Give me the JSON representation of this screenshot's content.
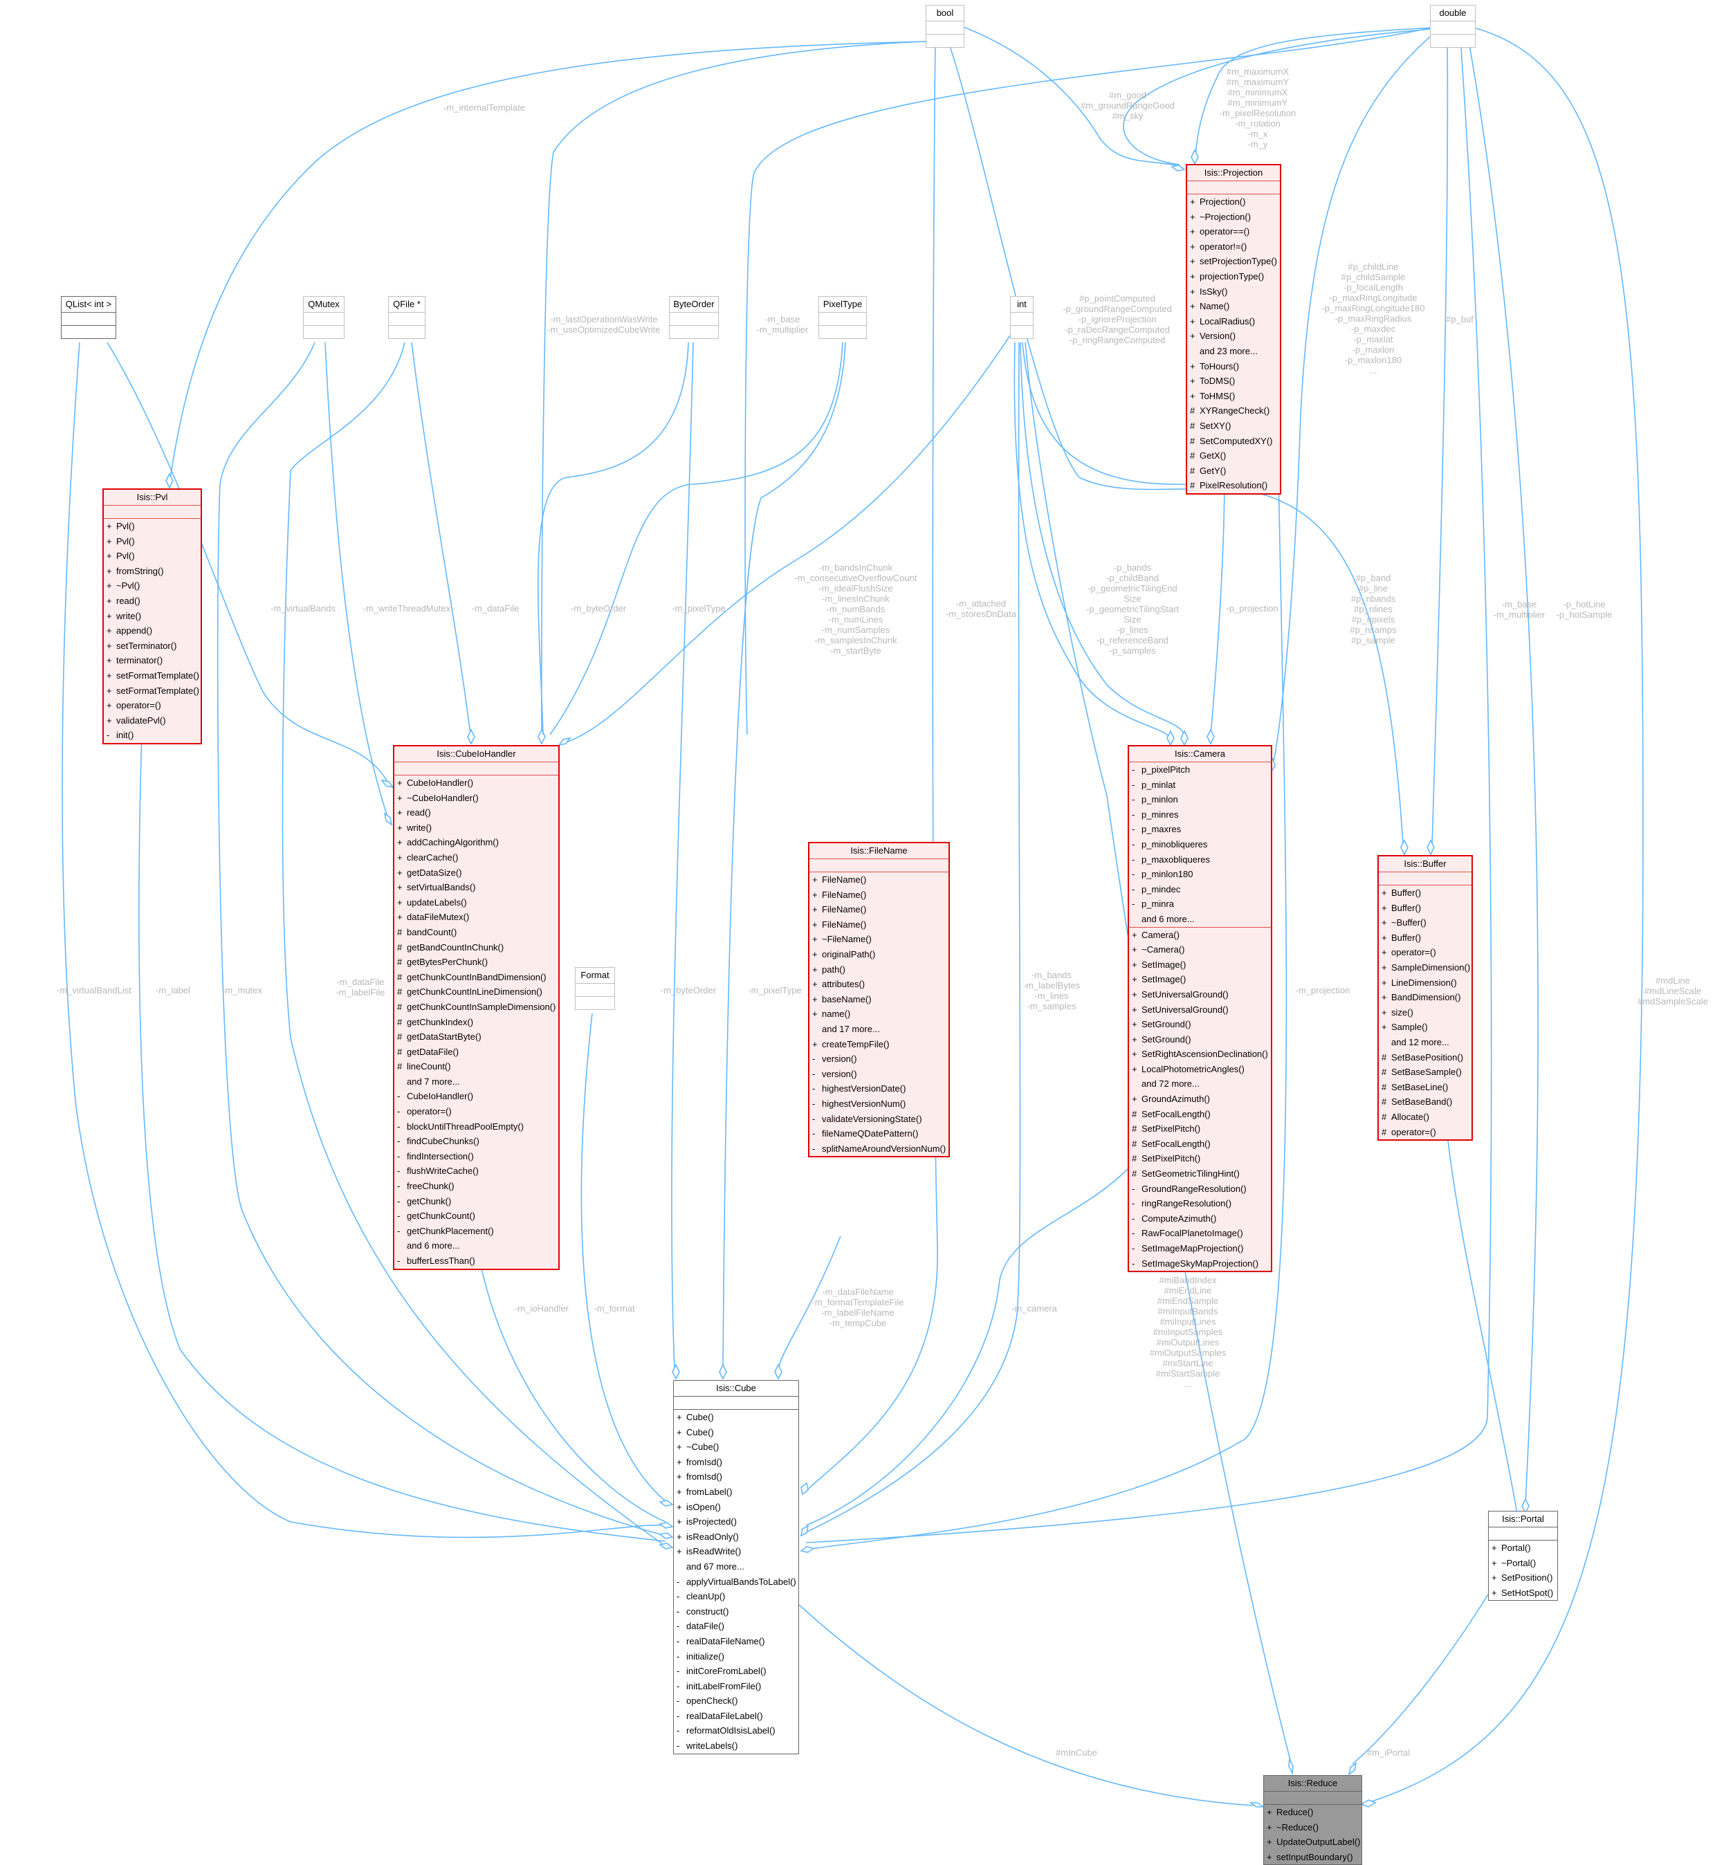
{
  "diagram": {
    "title": "Isis::Reduce collaboration diagram",
    "nodes": {
      "bool": {
        "name": "bool",
        "attributes": [],
        "methods": []
      },
      "double": {
        "name": "double",
        "attributes": [],
        "methods": []
      },
      "qlist": {
        "name": "QList< int >",
        "attributes": [],
        "methods": []
      },
      "qmutex": {
        "name": "QMutex",
        "attributes": [],
        "methods": []
      },
      "qfile": {
        "name": "QFile *",
        "attributes": [],
        "methods": []
      },
      "byteorder": {
        "name": "ByteOrder",
        "attributes": [],
        "methods": []
      },
      "pixeltype": {
        "name": "PixelType",
        "attributes": [],
        "methods": []
      },
      "int": {
        "name": "int",
        "attributes": [],
        "methods": []
      },
      "format": {
        "name": "Format",
        "attributes": [],
        "methods": []
      },
      "projection": {
        "name": "Isis::Projection",
        "attributes": [],
        "methods": [
          {
            "v": "+",
            "n": "Projection()"
          },
          {
            "v": "+",
            "n": "~Projection()"
          },
          {
            "v": "+",
            "n": "operator==()"
          },
          {
            "v": "+",
            "n": "operator!=()"
          },
          {
            "v": "+",
            "n": "setProjectionType()"
          },
          {
            "v": "+",
            "n": "projectionType()"
          },
          {
            "v": "+",
            "n": "IsSky()"
          },
          {
            "v": "+",
            "n": "Name()"
          },
          {
            "v": "+",
            "n": "LocalRadius()"
          },
          {
            "v": "+",
            "n": "Version()"
          },
          {
            "v": "",
            "n": "and 23 more..."
          },
          {
            "v": "+",
            "n": "ToHours()"
          },
          {
            "v": "+",
            "n": "ToDMS()"
          },
          {
            "v": "+",
            "n": "ToHMS()"
          },
          {
            "v": "#",
            "n": "XYRangeCheck()"
          },
          {
            "v": "#",
            "n": "SetXY()"
          },
          {
            "v": "#",
            "n": "SetComputedXY()"
          },
          {
            "v": "#",
            "n": "GetX()"
          },
          {
            "v": "#",
            "n": "GetY()"
          },
          {
            "v": "#",
            "n": "PixelResolution()"
          }
        ]
      },
      "pvl": {
        "name": "Isis::Pvl",
        "attributes": [],
        "methods": [
          {
            "v": "+",
            "n": "Pvl()"
          },
          {
            "v": "+",
            "n": "Pvl()"
          },
          {
            "v": "+",
            "n": "Pvl()"
          },
          {
            "v": "+",
            "n": "fromString()"
          },
          {
            "v": "+",
            "n": "~Pvl()"
          },
          {
            "v": "+",
            "n": "read()"
          },
          {
            "v": "+",
            "n": "write()"
          },
          {
            "v": "+",
            "n": "append()"
          },
          {
            "v": "+",
            "n": "setTerminator()"
          },
          {
            "v": "+",
            "n": "terminator()"
          },
          {
            "v": "+",
            "n": "setFormatTemplate()"
          },
          {
            "v": "+",
            "n": "setFormatTemplate()"
          },
          {
            "v": "+",
            "n": "operator=()"
          },
          {
            "v": "+",
            "n": "validatePvl()"
          },
          {
            "v": "-",
            "n": "init()"
          }
        ]
      },
      "cubeiohandler": {
        "name": "Isis::CubeIoHandler",
        "attributes": [],
        "methods": [
          {
            "v": "+",
            "n": "CubeIoHandler()"
          },
          {
            "v": "+",
            "n": "~CubeIoHandler()"
          },
          {
            "v": "+",
            "n": "read()"
          },
          {
            "v": "+",
            "n": "write()"
          },
          {
            "v": "+",
            "n": "addCachingAlgorithm()"
          },
          {
            "v": "+",
            "n": "clearCache()"
          },
          {
            "v": "+",
            "n": "getDataSize()"
          },
          {
            "v": "+",
            "n": "setVirtualBands()"
          },
          {
            "v": "+",
            "n": "updateLabels()"
          },
          {
            "v": "+",
            "n": "dataFileMutex()"
          },
          {
            "v": "#",
            "n": "bandCount()"
          },
          {
            "v": "#",
            "n": "getBandCountInChunk()"
          },
          {
            "v": "#",
            "n": "getBytesPerChunk()"
          },
          {
            "v": "#",
            "n": "getChunkCountInBandDimension()"
          },
          {
            "v": "#",
            "n": "getChunkCountInLineDimension()"
          },
          {
            "v": "#",
            "n": "getChunkCountInSampleDimension()"
          },
          {
            "v": "#",
            "n": "getChunkIndex()"
          },
          {
            "v": "#",
            "n": "getDataStartByte()"
          },
          {
            "v": "#",
            "n": "getDataFile()"
          },
          {
            "v": "#",
            "n": "lineCount()"
          },
          {
            "v": "",
            "n": "and 7 more..."
          },
          {
            "v": "-",
            "n": "CubeIoHandler()"
          },
          {
            "v": "-",
            "n": "operator=()"
          },
          {
            "v": "-",
            "n": "blockUntilThreadPoolEmpty()"
          },
          {
            "v": "-",
            "n": "findCubeChunks()"
          },
          {
            "v": "-",
            "n": "findIntersection()"
          },
          {
            "v": "-",
            "n": "flushWriteCache()"
          },
          {
            "v": "-",
            "n": "freeChunk()"
          },
          {
            "v": "-",
            "n": "getChunk()"
          },
          {
            "v": "-",
            "n": "getChunkCount()"
          },
          {
            "v": "-",
            "n": "getChunkPlacement()"
          },
          {
            "v": "",
            "n": "and 6 more..."
          },
          {
            "v": "-",
            "n": "bufferLessThan()"
          }
        ]
      },
      "camera": {
        "name": "Isis::Camera",
        "attributes": [
          {
            "v": "-",
            "n": "p_pixelPitch"
          },
          {
            "v": "-",
            "n": "p_minlat"
          },
          {
            "v": "-",
            "n": "p_minlon"
          },
          {
            "v": "-",
            "n": "p_minres"
          },
          {
            "v": "-",
            "n": "p_maxres"
          },
          {
            "v": "-",
            "n": "p_minobliqueres"
          },
          {
            "v": "-",
            "n": "p_maxobliqueres"
          },
          {
            "v": "-",
            "n": "p_minlon180"
          },
          {
            "v": "-",
            "n": "p_mindec"
          },
          {
            "v": "-",
            "n": "p_minra"
          },
          {
            "v": "",
            "n": "and 6 more..."
          }
        ],
        "methods": [
          {
            "v": "+",
            "n": "Camera()"
          },
          {
            "v": "+",
            "n": "~Camera()"
          },
          {
            "v": "+",
            "n": "SetImage()"
          },
          {
            "v": "+",
            "n": "SetImage()"
          },
          {
            "v": "+",
            "n": "SetUniversalGround()"
          },
          {
            "v": "+",
            "n": "SetUniversalGround()"
          },
          {
            "v": "+",
            "n": "SetGround()"
          },
          {
            "v": "+",
            "n": "SetGround()"
          },
          {
            "v": "+",
            "n": "SetRightAscensionDeclination()"
          },
          {
            "v": "+",
            "n": "LocalPhotometricAngles()"
          },
          {
            "v": "",
            "n": "and 72 more..."
          },
          {
            "v": "+",
            "n": "GroundAzimuth()"
          },
          {
            "v": "#",
            "n": "SetFocalLength()"
          },
          {
            "v": "#",
            "n": "SetPixelPitch()"
          },
          {
            "v": "#",
            "n": "SetFocalLength()"
          },
          {
            "v": "#",
            "n": "SetPixelPitch()"
          },
          {
            "v": "#",
            "n": "SetGeometricTilingHint()"
          },
          {
            "v": "-",
            "n": "GroundRangeResolution()"
          },
          {
            "v": "-",
            "n": "ringRangeResolution()"
          },
          {
            "v": "-",
            "n": "ComputeAzimuth()"
          },
          {
            "v": "-",
            "n": "RawFocalPlanetoImage()"
          },
          {
            "v": "-",
            "n": "SetImageMapProjection()"
          },
          {
            "v": "-",
            "n": "SetImageSkyMapProjection()"
          }
        ]
      },
      "buffer": {
        "name": "Isis::Buffer",
        "attributes": [],
        "methods": [
          {
            "v": "+",
            "n": "Buffer()"
          },
          {
            "v": "+",
            "n": "Buffer()"
          },
          {
            "v": "+",
            "n": "~Buffer()"
          },
          {
            "v": "+",
            "n": "Buffer()"
          },
          {
            "v": "+",
            "n": "operator=()"
          },
          {
            "v": "+",
            "n": "SampleDimension()"
          },
          {
            "v": "+",
            "n": "LineDimension()"
          },
          {
            "v": "+",
            "n": "BandDimension()"
          },
          {
            "v": "+",
            "n": "size()"
          },
          {
            "v": "+",
            "n": "Sample()"
          },
          {
            "v": "",
            "n": "and 12 more..."
          },
          {
            "v": "#",
            "n": "SetBasePosition()"
          },
          {
            "v": "#",
            "n": "SetBaseSample()"
          },
          {
            "v": "#",
            "n": "SetBaseLine()"
          },
          {
            "v": "#",
            "n": "SetBaseBand()"
          },
          {
            "v": "#",
            "n": "Allocate()"
          },
          {
            "v": "#",
            "n": "operator=()"
          }
        ]
      },
      "filename": {
        "name": "Isis::FileName",
        "attributes": [],
        "methods": [
          {
            "v": "+",
            "n": "FileName()"
          },
          {
            "v": "+",
            "n": "FileName()"
          },
          {
            "v": "+",
            "n": "FileName()"
          },
          {
            "v": "+",
            "n": "FileName()"
          },
          {
            "v": "+",
            "n": "~FileName()"
          },
          {
            "v": "+",
            "n": "originalPath()"
          },
          {
            "v": "+",
            "n": "path()"
          },
          {
            "v": "+",
            "n": "attributes()"
          },
          {
            "v": "+",
            "n": "baseName()"
          },
          {
            "v": "+",
            "n": "name()"
          },
          {
            "v": "",
            "n": "and 17 more..."
          },
          {
            "v": "+",
            "n": "createTempFile()"
          },
          {
            "v": "-",
            "n": "version()"
          },
          {
            "v": "-",
            "n": "version()"
          },
          {
            "v": "-",
            "n": "highestVersionDate()"
          },
          {
            "v": "-",
            "n": "highestVersionNum()"
          },
          {
            "v": "-",
            "n": "validateVersioningState()"
          },
          {
            "v": "-",
            "n": "fileNameQDatePattern()"
          },
          {
            "v": "-",
            "n": "splitNameAroundVersionNum()"
          }
        ]
      },
      "cube": {
        "name": "Isis::Cube",
        "attributes": [],
        "methods": [
          {
            "v": "+",
            "n": "Cube()"
          },
          {
            "v": "+",
            "n": "Cube()"
          },
          {
            "v": "+",
            "n": "~Cube()"
          },
          {
            "v": "+",
            "n": "fromIsd()"
          },
          {
            "v": "+",
            "n": "fromIsd()"
          },
          {
            "v": "+",
            "n": "fromLabel()"
          },
          {
            "v": "+",
            "n": "isOpen()"
          },
          {
            "v": "+",
            "n": "isProjected()"
          },
          {
            "v": "+",
            "n": "isReadOnly()"
          },
          {
            "v": "+",
            "n": "isReadWrite()"
          },
          {
            "v": "",
            "n": "and 67 more..."
          },
          {
            "v": "-",
            "n": "applyVirtualBandsToLabel()"
          },
          {
            "v": "-",
            "n": "cleanUp()"
          },
          {
            "v": "-",
            "n": "construct()"
          },
          {
            "v": "-",
            "n": "dataFile()"
          },
          {
            "v": "-",
            "n": "realDataFileName()"
          },
          {
            "v": "-",
            "n": "initialize()"
          },
          {
            "v": "-",
            "n": "initCoreFromLabel()"
          },
          {
            "v": "-",
            "n": "initLabelFromFile()"
          },
          {
            "v": "-",
            "n": "openCheck()"
          },
          {
            "v": "-",
            "n": "realDataFileLabel()"
          },
          {
            "v": "-",
            "n": "reformatOldIsisLabel()"
          },
          {
            "v": "-",
            "n": "writeLabels()"
          }
        ]
      },
      "portal": {
        "name": "Isis::Portal",
        "attributes": [],
        "methods": [
          {
            "v": "+",
            "n": "Portal()"
          },
          {
            "v": "+",
            "n": "~Portal()"
          },
          {
            "v": "+",
            "n": "SetPosition()"
          },
          {
            "v": "+",
            "n": "SetHotSpot()"
          }
        ]
      },
      "reduce": {
        "name": "Isis::Reduce",
        "attributes": [],
        "methods": [
          {
            "v": "+",
            "n": "Reduce()"
          },
          {
            "v": "+",
            "n": "~Reduce()"
          },
          {
            "v": "+",
            "n": "UpdateOutputLabel()"
          },
          {
            "v": "+",
            "n": "setInputBoundary()"
          }
        ]
      }
    },
    "edge_labels": {
      "internal_template": "-m_internalTemplate",
      "proj_bool": "#m_good\n#m_groundRangeGood\n#m_sky",
      "proj_double": "#m_maximumX\n#m_maximumY\n#m_minimumX\n#m_minimumY\n-m_pixelResolution\n-m_rotation\n-m_x\n-m_y",
      "cih_bool": "-m_lastOperationWasWrite\n-m_useOptimizedCubeWrite",
      "pixeltype_double": "-m_base\n-m_multiplier",
      "cam_bool": "#p_pointComputed\n-p_groundRangeComputed\n-p_ignoreProjection\n-p_raDecRangeComputed\n-p_ringRangeComputed",
      "cam_double": "#p_childLine\n#p_childSample\n-p_focalLength\n-p_maxRingLongitude\n-p_maxRingLongitude180\n-p_maxRingRadius\n-p_maxdec\n-p_maxlat\n-p_maxlon\n-p_maxlon180\n...",
      "buf_double": "#p_buf",
      "virtual_bands": "-m_virtualBands",
      "write_mutex": "-m_writeThreadMutex",
      "data_file": "-m_dataFile",
      "byte_order_cih": "-m_byteOrder",
      "pixel_type_cih": "-m_pixelType",
      "cih_int": "-m_bandsInChunk\n-m_consecutiveOverflowCount\n-m_idealFlushSize\n-m_linesInChunk\n-m_numBands\n-m_numLines\n-m_numSamples\n-m_samplesInChunk\n-m_startByte",
      "cube_bool": "-m_attached\n-m_storesDnData",
      "cam_int": "-p_bands\n-p_childBand\n-p_geometricTilingEnd\nSize\n-p_geometricTilingStart\nSize\n-p_lines\n-p_referenceBand\n-p_samples",
      "cam_proj": "-p_projection",
      "buf_int": "#p_band\n#p_line\n#p_nbands\n#p_nlines\n#p_npixels\n#p_nsamps\n#p_sample",
      "cube_double": "-m_base\n-m_multiplier",
      "portal_double": "-p_hotLine\n-p_hotSample",
      "virtual_band_list": "-m_virtualBandList",
      "label": "-m_label",
      "mutex": "-m_mutex",
      "datafile_labelfile": "-m_dataFile\n-m_labelFile",
      "byte_order_cube": "-m_byteOrder",
      "pixel_type_cube": "-m_pixelType",
      "cube_int": "-m_bands\n-m_labelBytes\n-m_lines\n-m_samples",
      "cube_projection": "-m_projection",
      "reduce_double": "#mdLine\n#mdLineScale\n#mdSampleScale",
      "io_handler": "-m_ioHandler",
      "format": "-m_format",
      "cube_filename": "-m_dataFileName\n-m_formatTemplateFile\n-m_labelFileName\n-m_tempCube",
      "camera": "-m_camera",
      "reduce_int": "#miBandIndex\n#miEndLine\n#miEndSample\n#miInputBands\n#miInputLines\n#miInputSamples\n#miOutputLines\n#miOutputSamples\n#miStartLine\n#miStartSample\n...",
      "in_cube": "#mInCube",
      "iportal": "#m_iPortal"
    },
    "colors": {
      "edge": "#63b8ff",
      "label": "#b8b8b8",
      "highlight_border": "#e00000",
      "highlight_fill": "#fdecec",
      "focus_fill": "#999999"
    }
  }
}
